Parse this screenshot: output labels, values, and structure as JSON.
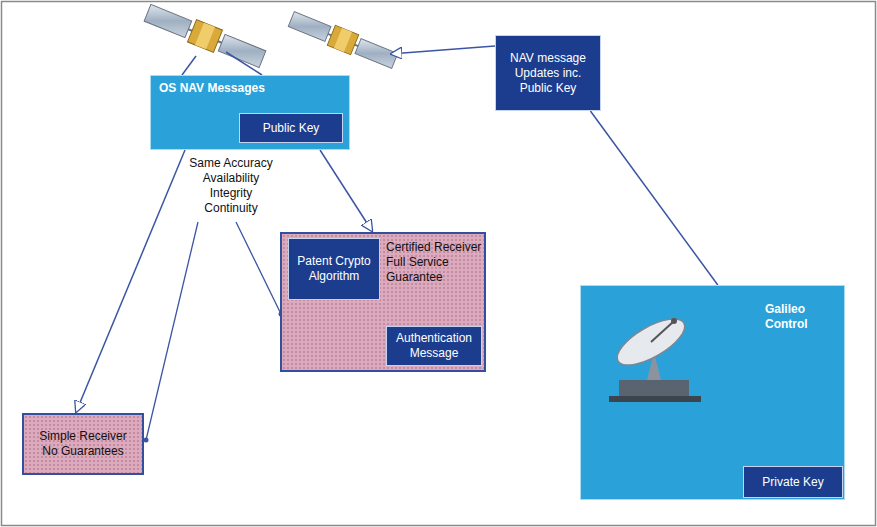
{
  "diagram": {
    "nodes": [
      {
        "text": [
          "OS NAV Messages"
        ]
      },
      {
        "text": [
          "Public Key"
        ],
        "in": 0
      },
      {
        "text": [
          "NAV message Updates inc. Public Key"
        ]
      },
      {
        "text": [
          "Certified Receiver Full Service Guarantee"
        ]
      },
      {
        "text": [
          "Patent Crypto Algorithm"
        ],
        "in": 3
      },
      {
        "text": [
          "Authentication Message"
        ],
        "in": 3
      },
      {
        "text": [
          "Simple Receiver No Guarantees"
        ]
      },
      {
        "text": [
          "Galileo Control"
        ]
      },
      {
        "text": [
          "Private Key"
        ],
        "in": 7
      }
    ],
    "edges": [
      {
        "from": 0,
        "to": 6,
        "arrow": "to"
      },
      {
        "from": 0,
        "to": 3,
        "arrow": "to"
      },
      {
        "from": 7,
        "to": 2,
        "arrow": "none"
      },
      {
        "from": 4,
        "to": 5,
        "arrow": "none"
      }
    ],
    "labels": [
      "Same Accuracy Availability Integrity Continuity"
    ]
  }
}
